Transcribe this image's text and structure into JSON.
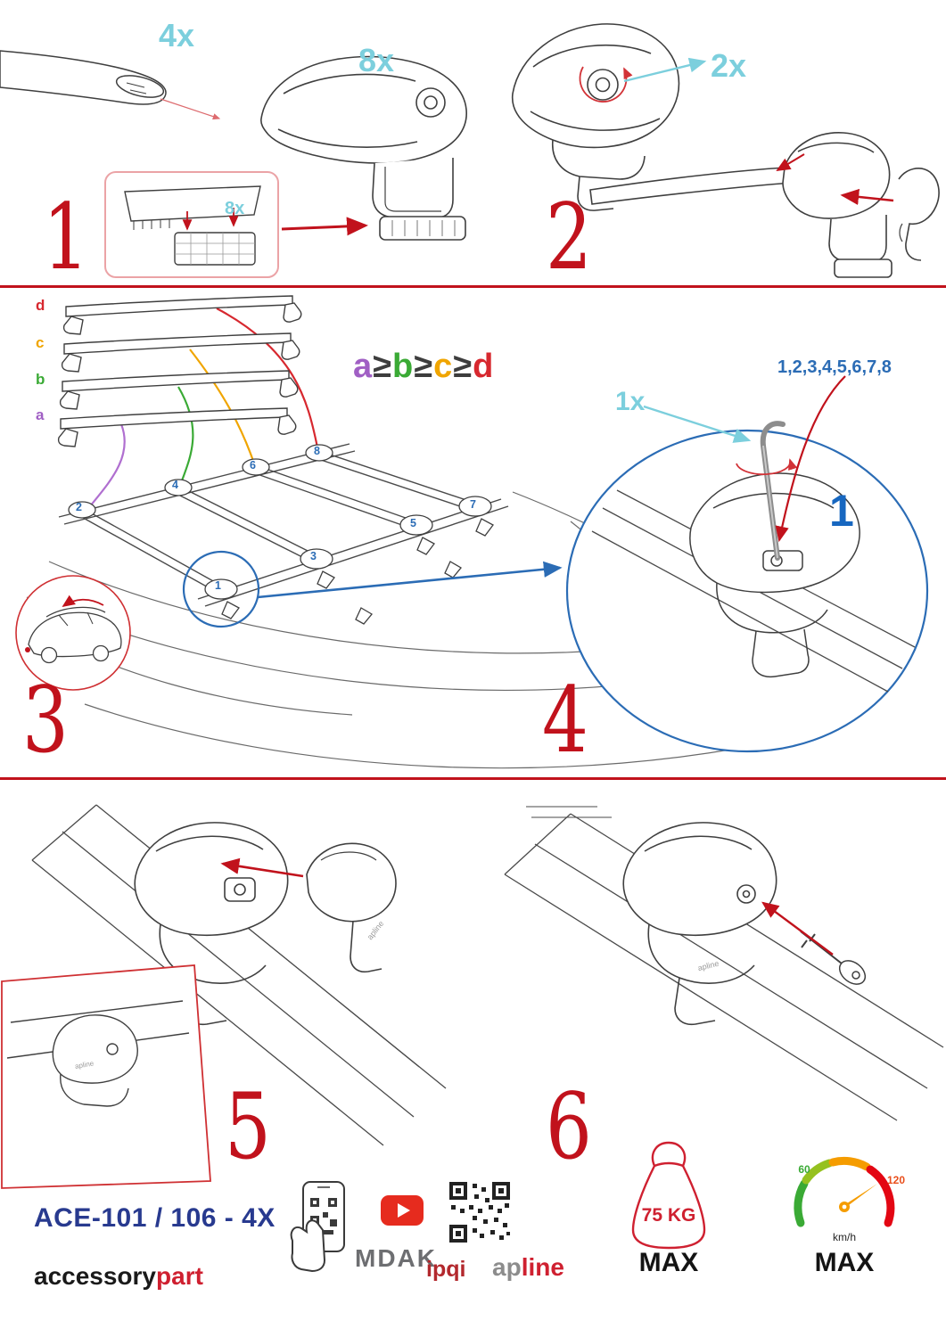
{
  "colors": {
    "accent_red": "#c1121c",
    "cyan": "#7ccfdd",
    "blue": "#2b6cb5",
    "brand_blue": "#283a8f"
  },
  "step1": {
    "num": "1",
    "qty_bar": "4x",
    "qty_foot": "8x",
    "qty_pad": "8x"
  },
  "step2": {
    "num": "2",
    "qty_knob": "2x"
  },
  "step3": {
    "num": "3",
    "bars": [
      {
        "label": "d",
        "color": "#d7282f"
      },
      {
        "label": "c",
        "color": "#f0a500"
      },
      {
        "label": "b",
        "color": "#3aaa35"
      },
      {
        "label": "a",
        "color": "#a05fc4"
      }
    ],
    "formula": [
      {
        "t": "a",
        "color": "#a05fc4"
      },
      {
        "t": "≥",
        "color": "#3d3d3d"
      },
      {
        "t": "b",
        "color": "#3aaa35"
      },
      {
        "t": "≥",
        "color": "#3d3d3d"
      },
      {
        "t": "c",
        "color": "#f0a500"
      },
      {
        "t": "≥",
        "color": "#3d3d3d"
      },
      {
        "t": "d",
        "color": "#d7282f"
      }
    ],
    "positions": [
      "1",
      "2",
      "3",
      "4",
      "5",
      "6",
      "7",
      "8"
    ]
  },
  "step4": {
    "num": "4",
    "qty_key": "1x",
    "sequence": "1,2,3,4,5,6,7,8",
    "first_position": "1"
  },
  "step5": {
    "num": "5"
  },
  "step6": {
    "num": "6"
  },
  "artwork": {
    "foot_badge": "apline"
  },
  "footer": {
    "model": "ACE-101 / 106 - 4X",
    "brand_black": "accessory",
    "brand_red": "part",
    "mdak": "MDAK",
    "ipqi": "ipqi",
    "apline_gray": "ap",
    "apline_red": "line"
  },
  "limits": {
    "weight": "75 KG",
    "weight_max": "MAX",
    "speed_low": "60",
    "speed_high": "120",
    "speed_unit": "km/h",
    "speed_max": "MAX"
  }
}
